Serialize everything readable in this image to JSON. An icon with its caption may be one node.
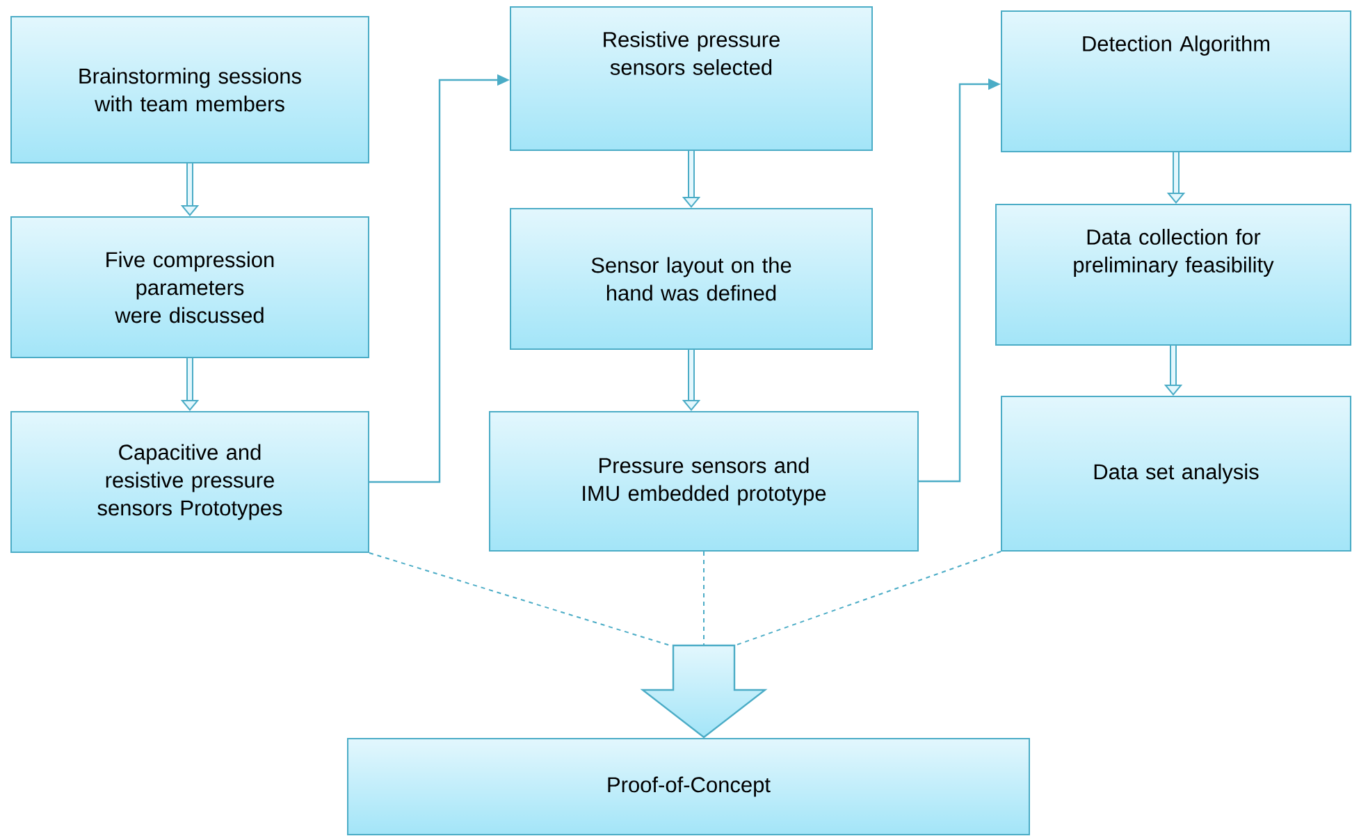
{
  "diagram": {
    "nodes": [
      {
        "text": [
          "Brainstorming sessions with team members"
        ]
      },
      {
        "text": [
          "Five compression parameters were discussed"
        ]
      },
      {
        "text": [
          "Capacitive and resistive pressure sensors Prototypes"
        ]
      },
      {
        "text": [
          "Resistive pressure sensors selected"
        ]
      },
      {
        "text": [
          "Sensor layout on the hand was defined"
        ]
      },
      {
        "text": [
          "Pressure sensors and IMU embedded prototype"
        ]
      },
      {
        "text": [
          "Detection Algorithm"
        ]
      },
      {
        "text": [
          "Data collection for preliminary feasibility"
        ]
      },
      {
        "text": [
          "Data set analysis"
        ]
      },
      {
        "text": [
          "Proof-of-Concept"
        ]
      },
      {
        "text": [],
        "shape": "arrow"
      }
    ],
    "edges": [
      {
        "from": 0,
        "to": 1,
        "arrow": "to"
      },
      {
        "from": 1,
        "to": 2,
        "arrow": "to"
      },
      {
        "from": 2,
        "to": 3,
        "arrow": "to"
      },
      {
        "from": 3,
        "to": 4,
        "arrow": "to"
      },
      {
        "from": 4,
        "to": 5,
        "arrow": "to"
      },
      {
        "from": 5,
        "to": 6,
        "arrow": "to"
      },
      {
        "from": 6,
        "to": 7,
        "arrow": "to"
      },
      {
        "from": 7,
        "to": 8,
        "arrow": "to"
      },
      {
        "from": 2,
        "to": 10,
        "arrow": "none",
        "style": "dashed"
      },
      {
        "from": 5,
        "to": 10,
        "arrow": "none",
        "style": "dashed"
      },
      {
        "from": 8,
        "to": 10,
        "arrow": "none",
        "style": "dashed"
      }
    ]
  }
}
